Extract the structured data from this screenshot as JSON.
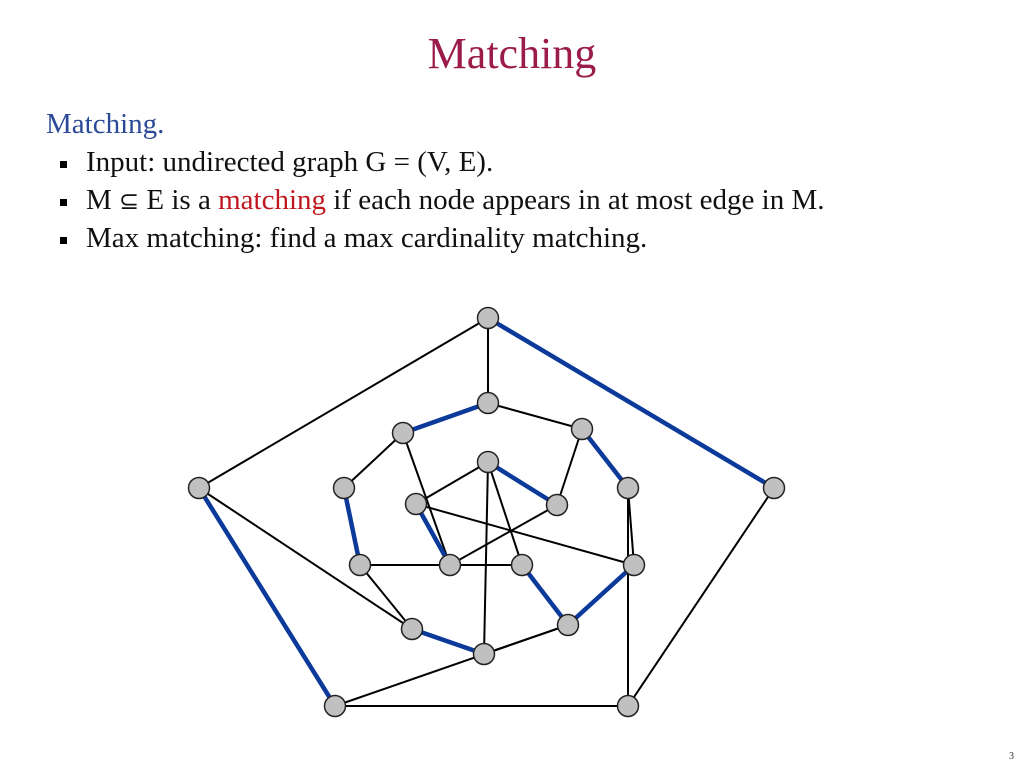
{
  "slide": {
    "title": "Matching",
    "subhead": "Matching.",
    "page_number": "3"
  },
  "bullets": [
    {
      "parts": [
        "Input:  undirected graph G = (V, E)."
      ]
    },
    {
      "prefix": "M ",
      "symbol": "⊆",
      "middle": " E is a ",
      "highlight": "matching",
      "suffix": " if each node appears in at most edge in M."
    },
    {
      "parts": [
        "Max matching:  find a max cardinality matching."
      ]
    }
  ],
  "colors": {
    "title": "#9b1b4b",
    "subhead": "#2a4a98",
    "highlight": "#c0181f",
    "matching_edge": "#0b3a9b",
    "normal_edge": "#000000",
    "node_fill": "#c0c0c0",
    "node_stroke": "#222222"
  },
  "graph": {
    "nodes": [
      "o1",
      "o2",
      "o3",
      "o4",
      "o5",
      "m1",
      "m2",
      "m3",
      "m4",
      "m5",
      "m6",
      "m7",
      "m8",
      "m9",
      "m10",
      "i1",
      "i2",
      "i3",
      "i4",
      "i5"
    ],
    "normal_edges": [
      [
        "o1",
        "o2"
      ],
      [
        "o3",
        "o4"
      ],
      [
        "o4",
        "o5"
      ],
      [
        "o1",
        "m1"
      ],
      [
        "o2",
        "m5"
      ],
      [
        "o3",
        "m7"
      ],
      [
        "o4",
        "m9"
      ],
      [
        "m2",
        "m3"
      ],
      [
        "m4",
        "m5"
      ],
      [
        "m6",
        "m7"
      ],
      [
        "m8",
        "m9"
      ],
      [
        "m10",
        "m1"
      ],
      [
        "m2",
        "i4"
      ],
      [
        "m4",
        "i5"
      ],
      [
        "m6",
        "i1"
      ],
      [
        "m8",
        "i2"
      ],
      [
        "m10",
        "i3"
      ],
      [
        "i1",
        "i2"
      ],
      [
        "i3",
        "i4"
      ],
      [
        "i5",
        "i1"
      ]
    ],
    "matching_edges": [
      [
        "o1",
        "o5"
      ],
      [
        "o2",
        "o3"
      ],
      [
        "m1",
        "m2"
      ],
      [
        "m3",
        "m4"
      ],
      [
        "m5",
        "m6"
      ],
      [
        "m7",
        "m8"
      ],
      [
        "m9",
        "m10"
      ],
      [
        "i1",
        "i3"
      ],
      [
        "i2",
        "i4"
      ],
      [
        "i5",
        "m7"
      ]
    ]
  }
}
